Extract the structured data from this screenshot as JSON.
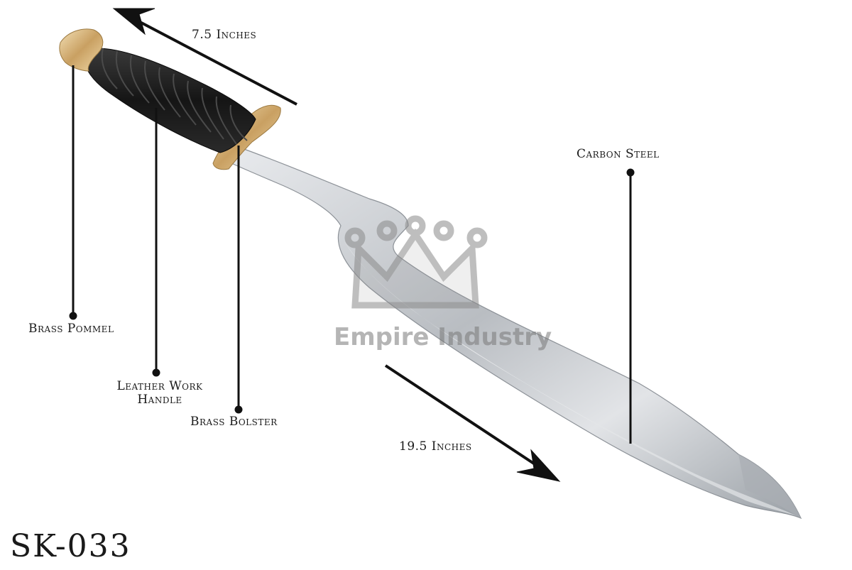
{
  "labels": {
    "handle_length": "7.5 Inches",
    "blade_length": "19.5 Inches",
    "blade_material": "Carbon Steel",
    "pommel": "Brass Pommel",
    "handle_line1": "Leather Work",
    "handle_line2": "Handle",
    "bolster": "Brass Bolster"
  },
  "model_code": "SK-033",
  "watermark": {
    "text": "Empire Industry",
    "icon": "crown-icon"
  },
  "colors": {
    "brass": "#d9b77a",
    "leather": "#1c1c1c",
    "steel": "#c9ccd0",
    "ink": "#1a1a1a",
    "watermark": "#8a8a8a"
  }
}
